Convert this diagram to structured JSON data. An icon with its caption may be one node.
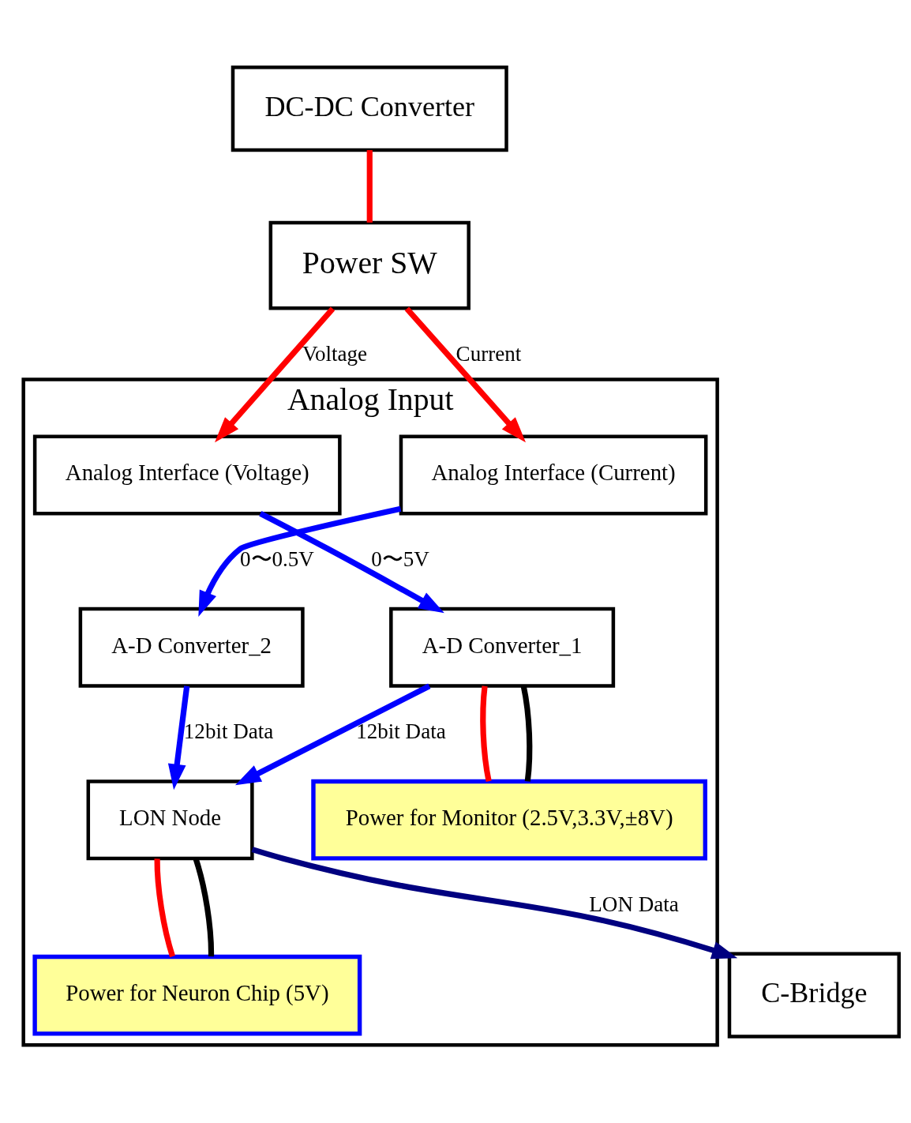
{
  "diagram": {
    "nodes": [
      {
        "text": [
          "DC-DC Converter"
        ]
      },
      {
        "text": [
          "Power SW"
        ]
      },
      {
        "text": [
          "C-Bridge"
        ]
      },
      {
        "text": [
          "Analog Input"
        ]
      },
      {
        "text": [
          "Analog Interface (Voltage)"
        ],
        "in": 3
      },
      {
        "text": [
          "Analog Interface (Current)"
        ],
        "in": 3
      },
      {
        "text": [
          "LON Node"
        ],
        "in": 3
      },
      {
        "text": [
          "A-D Converter_1"
        ],
        "in": 3
      },
      {
        "text": [
          "A-D Converter_2"
        ],
        "in": 3
      },
      {
        "text": [
          "Power for Monitor (2.5V,3.3V,±8V)"
        ],
        "in": 3
      },
      {
        "text": [
          "Power for Neuron Chip (5V)"
        ],
        "in": 3
      }
    ],
    "edges": [
      {
        "from": 0,
        "to": 1,
        "arrow": "none",
        "color": "#ff0000"
      },
      {
        "from": 1,
        "to": 4,
        "arrow": "to",
        "label": "Voltage",
        "color": "#ff0000"
      },
      {
        "from": 1,
        "to": 5,
        "arrow": "to",
        "label": "Current",
        "color": "#ff0000"
      },
      {
        "from": 6,
        "to": 2,
        "arrow": "to",
        "label": "LON Data",
        "color": "#000080"
      },
      {
        "from": 4,
        "to": 7,
        "arrow": "to",
        "label": "0〜5V",
        "color": "#0000ff"
      },
      {
        "from": 5,
        "to": 8,
        "arrow": "to",
        "label": "0〜0.5V",
        "color": "#0000ff"
      },
      {
        "from": 8,
        "to": 6,
        "arrow": "to",
        "label": "12bit Data",
        "color": "#0000ff"
      },
      {
        "from": 7,
        "to": 6,
        "arrow": "to",
        "label": "12bit Data",
        "color": "#0000ff"
      },
      {
        "from": 7,
        "to": 9,
        "arrow": "none",
        "color": "#ff0000"
      },
      {
        "from": 7,
        "to": 9,
        "arrow": "none",
        "color": "#000000"
      },
      {
        "from": 6,
        "to": 10,
        "arrow": "none",
        "color": "#ff0000"
      },
      {
        "from": 6,
        "to": 10,
        "arrow": "none",
        "color": "#000000"
      }
    ]
  }
}
